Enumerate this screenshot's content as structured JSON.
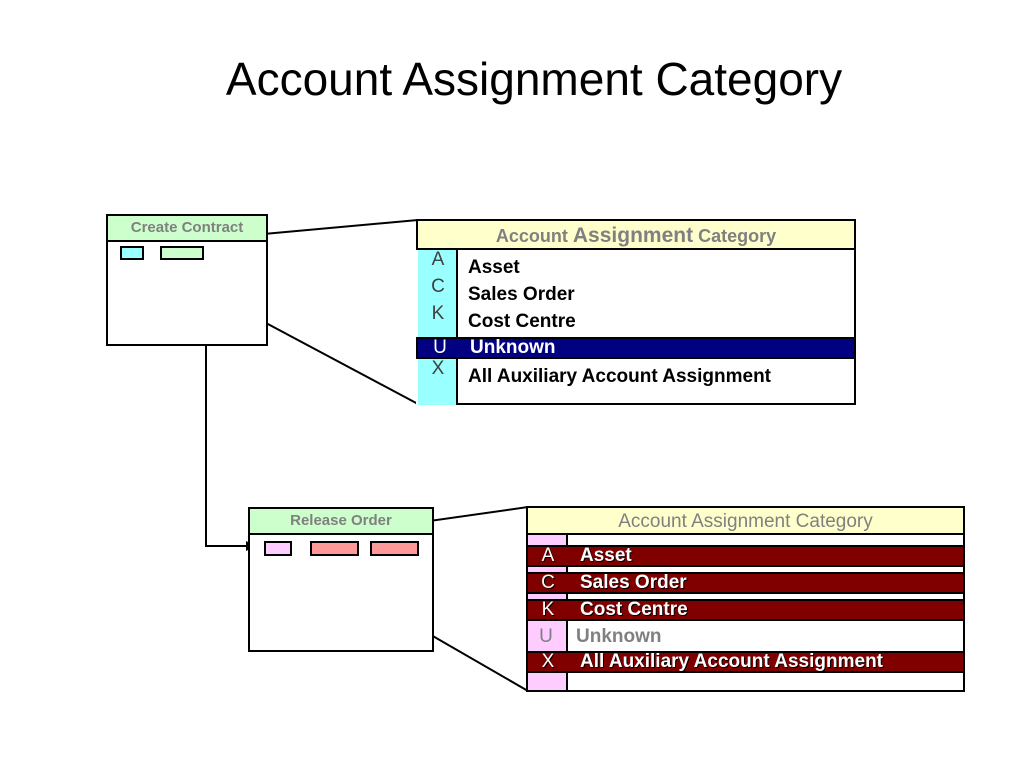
{
  "title": "Account Assignment Category",
  "create_contract": {
    "title": "Create Contract",
    "colors": {
      "title_bg": "#ccffcc",
      "field1": "#99ffff",
      "field2": "#ccffcc"
    }
  },
  "release_order": {
    "title": "Release Order",
    "colors": {
      "title_bg": "#ccffcc",
      "field1": "#ffccff",
      "field2": "#ff9999",
      "field3": "#ff9999"
    }
  },
  "panel_top": {
    "header": {
      "part1": "Account ",
      "part2": "Assignment",
      "part3": " Category"
    },
    "items": [
      {
        "code": "A",
        "label": "Asset"
      },
      {
        "code": "C",
        "label": "Sales Order"
      },
      {
        "code": "K",
        "label": "Cost Centre"
      },
      {
        "code": "U",
        "label": "Unknown",
        "selected": true
      },
      {
        "code": "X",
        "label": "All Auxiliary Account Assignment"
      }
    ],
    "colors": {
      "code_col": "#99ffff",
      "header_bg": "#ffffcc",
      "selected_bg": "#000080",
      "selected_text": "#ffffff"
    }
  },
  "panel_bottom": {
    "header": "Account Assignment Category",
    "items": [
      {
        "code": "A",
        "label": "Asset",
        "selected": true
      },
      {
        "code": "C",
        "label": "Sales Order",
        "selected": true
      },
      {
        "code": "K",
        "label": "Cost Centre",
        "selected": true
      },
      {
        "code": "U",
        "label": "Unknown",
        "selected": false
      },
      {
        "code": "X",
        "label": "All Auxiliary Account Assignment",
        "selected": true
      }
    ],
    "colors": {
      "code_col": "#ffccff",
      "header_bg": "#ffffcc",
      "selected_bg": "#800000",
      "selected_text": "#ffffff",
      "unselected_text": "#808080"
    }
  }
}
